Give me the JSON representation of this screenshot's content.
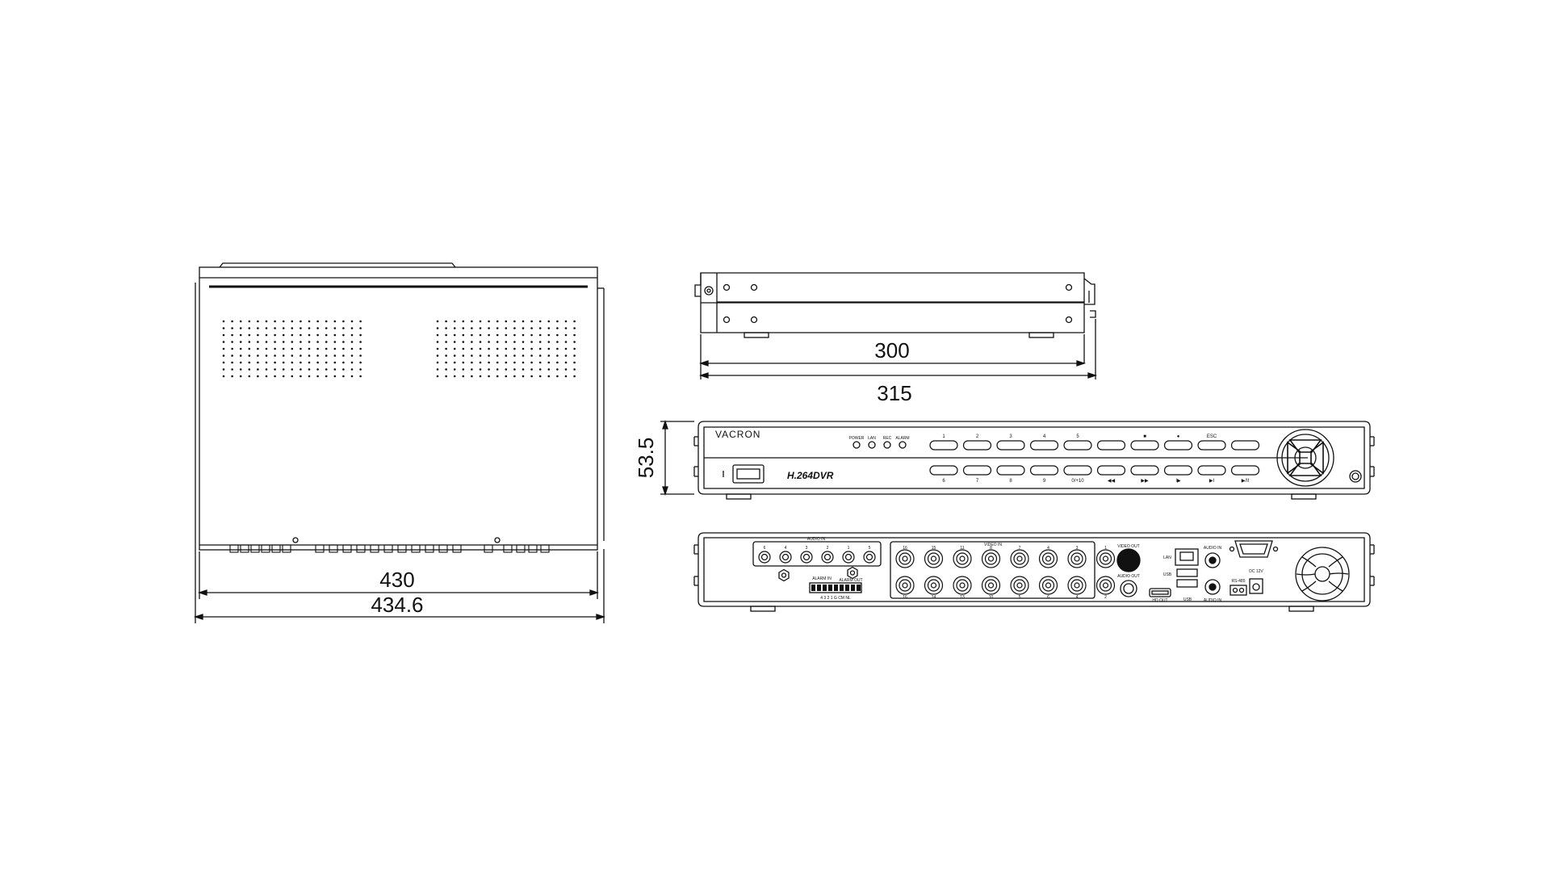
{
  "dimensions": {
    "top_inner_width": "430",
    "top_outer_width": "434.6",
    "side_inner_depth": "300",
    "side_outer_depth": "315",
    "front_height": "53.5"
  },
  "front_panel": {
    "brand": "VACRON",
    "model": "H.264DVR",
    "indicators": [
      "POWER",
      "LAN",
      "REC",
      "ALARM"
    ],
    "top_row_buttons": [
      "1",
      "2",
      "3",
      "4",
      "5",
      "",
      "■",
      "●",
      "ESC",
      ""
    ],
    "bottom_row_buttons": [
      "6",
      "7",
      "8",
      "9",
      "0/+10",
      "◀◀",
      "▶▶",
      "I▶",
      "▶I",
      "▶/II"
    ]
  },
  "rear_panel": {
    "audio_in_label": "AUDIO IN",
    "video_in_label": "VIDEO IN",
    "video_out_label": "VIDEO OUT",
    "audio_out_label": "AUDIO OUT",
    "lan_label": "LAN",
    "usb_label": "USB",
    "usb_bottom_label": "USB",
    "hdout_label": "HD OUT",
    "audio_in_right_label": "AUDIO IN",
    "audio_out_right_label": "AUDIO IN",
    "rs485_label": "RS-485",
    "dc_label": "DC 12V",
    "alarm_in_label": "ALARM IN",
    "alarm_out_label": "ALARM OUT",
    "alarm_pins": "4 3 2 1 G CM NL",
    "audio_in_numbers": [
      "6",
      "4",
      "3",
      "2",
      "1",
      "5"
    ],
    "video_top_numbers": [
      "16",
      "15",
      "11",
      "8",
      "7",
      "4",
      "3",
      "1"
    ],
    "video_bottom_numbers": [
      "16",
      "14",
      "13",
      "10",
      "5",
      "6",
      "4",
      "2"
    ]
  },
  "colors": {
    "line": "#111111",
    "background": "#ffffff"
  }
}
